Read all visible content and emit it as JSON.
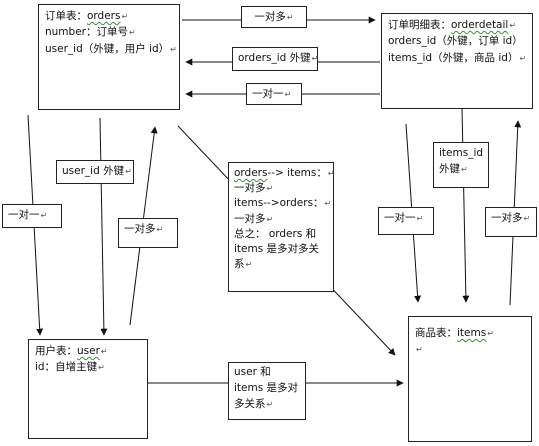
{
  "orders_box": {
    "title_prefix": "订单表：",
    "title_name": "orders",
    "line2": "number：订单号",
    "line3": "user_id（外键，用户 id）"
  },
  "orderdetail_box": {
    "title_prefix": "订单明细表：",
    "title_name": "orderdetail",
    "line2": "orders_id（外键，订单 id）",
    "line3": "items_id（外键，商品 id）"
  },
  "user_box": {
    "title_prefix": "用户表：",
    "title_name": "user",
    "line2": "id：自增主键"
  },
  "items_box": {
    "title_prefix": "商品表：",
    "title_name": "items"
  },
  "relation_note": {
    "line1_name": "orders",
    "line1_rest": "--> items：",
    "line2": "一对多",
    "line3": "items-->orders：",
    "line4": "一对多",
    "line5": "总之： orders 和 items 是多对多关系"
  },
  "labels": {
    "one_to_many_top": "一对多",
    "orders_id_fk": "orders_id 外键",
    "one_to_one_top": "一对一",
    "user_id_fk": "user_id 外键",
    "one_to_one_left": "一对一",
    "one_to_many_left": "一对多",
    "items_id_fk": "items_id 外键",
    "one_to_one_right": "一对一",
    "one_to_many_right": "一对多",
    "user_items_relation": "user 和 items 是多对多关系"
  },
  "paragraph_mark": "↵"
}
